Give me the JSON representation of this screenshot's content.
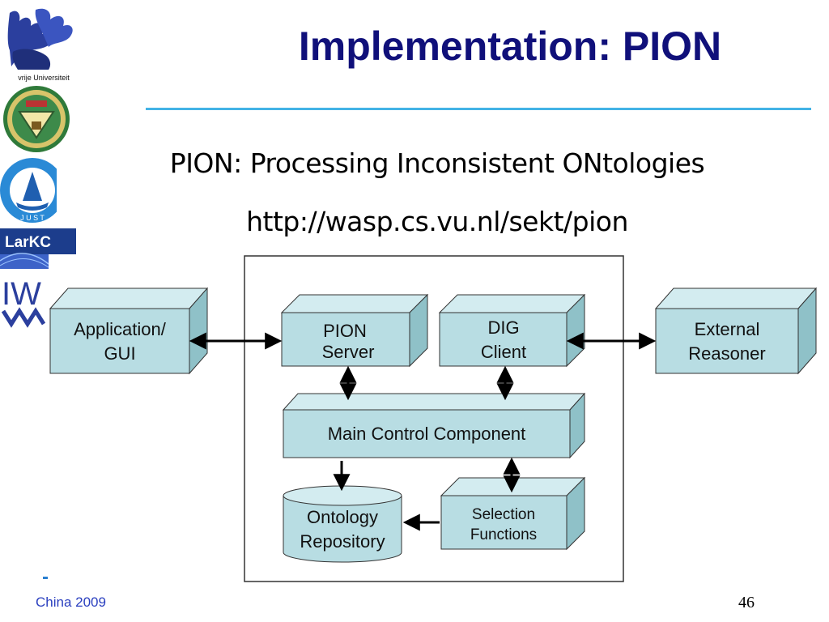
{
  "slide": {
    "title": "Implementation: PION",
    "subtitle": "PION: Processing Inconsistent ONtologies",
    "url": "http://wasp.cs.vu.nl/sekt/pion",
    "footer": "China 2009",
    "page_number": "46"
  },
  "logos": {
    "vu_caption": "vrije Universiteit",
    "jiangsu_text": "J U S T",
    "larkc": "LarKC",
    "iwm": "IW"
  },
  "diagram": {
    "application_line1": "Application/",
    "application_line2": "GUI",
    "pion_server_line1": "PION",
    "pion_server_line2": "Server",
    "dig_client_line1": "DIG",
    "dig_client_line2": "Client",
    "external_line1": "External",
    "external_line2": "Reasoner",
    "main_control": "Main Control Component",
    "ontology_line1": "Ontology",
    "ontology_line2": "Repository",
    "selection_line1": "Selection",
    "selection_line2": "Functions"
  },
  "colors": {
    "title": "#10107a",
    "rule": "#43b3e6",
    "box_front": "#b8dde3",
    "box_top": "#d3ecf0",
    "box_side": "#8fc1c8",
    "footer": "#2a3fbf"
  }
}
